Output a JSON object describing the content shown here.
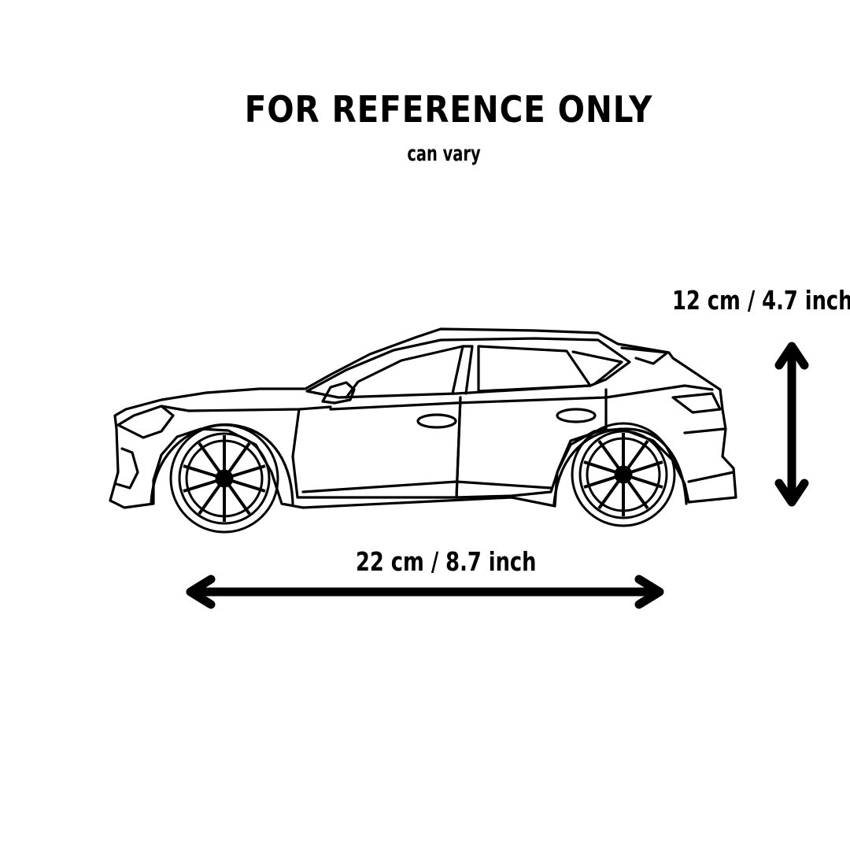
{
  "title": "FOR REFERENCE ONLY",
  "subtitle": "can vary",
  "dimensions": {
    "height": "12 cm / 4.7 inch",
    "width": "22 cm / 8.7 inch"
  },
  "colors": {
    "ink": "#000000",
    "background": "#ffffff"
  },
  "illustration": "car-side-outline"
}
